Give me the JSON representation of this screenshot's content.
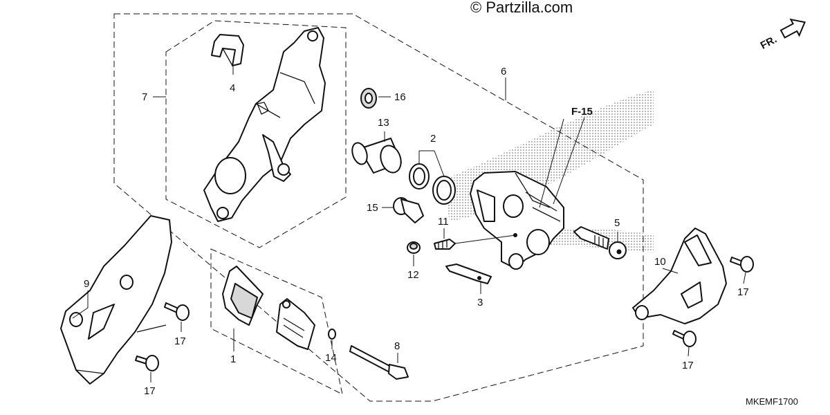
{
  "copyright": "© Partzilla.com",
  "diagram_code": "MKEMF1700",
  "reference_label": "F-15",
  "direction_label": "FR.",
  "callouts": {
    "c1": "1",
    "c2": "2",
    "c3": "3",
    "c4": "4",
    "c5": "5",
    "c6": "6",
    "c7": "7",
    "c8": "8",
    "c9": "9",
    "c10": "10",
    "c11": "11",
    "c12": "12",
    "c13": "13",
    "c14": "14",
    "c15": "15",
    "c16": "16",
    "c17a": "17",
    "c17b": "17",
    "c17c": "17",
    "c17d": "17"
  }
}
